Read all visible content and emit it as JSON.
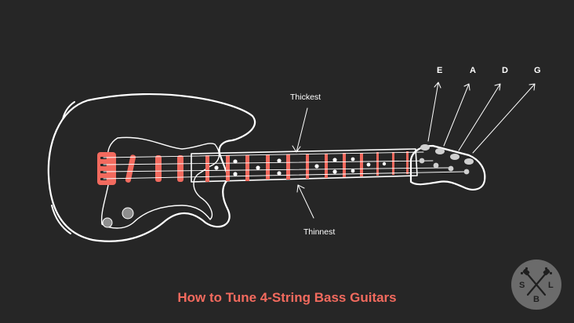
{
  "diagram": {
    "title": "How to Tune 4-String Bass Guitars",
    "thickest_label": "Thickest",
    "thinnest_label": "Thinnest",
    "tuning_notes": [
      "E",
      "A",
      "D",
      "G"
    ],
    "colors": {
      "background": "#262626",
      "outline": "#ffffff",
      "accent": "#f26a5e",
      "inlay": "#ffffff",
      "knob": "#8e8e8e"
    }
  },
  "logo": {
    "letters": [
      "S",
      "L",
      "B"
    ],
    "icon": "crossed-guitar-necks-icon",
    "background": "#6b6b6b"
  }
}
